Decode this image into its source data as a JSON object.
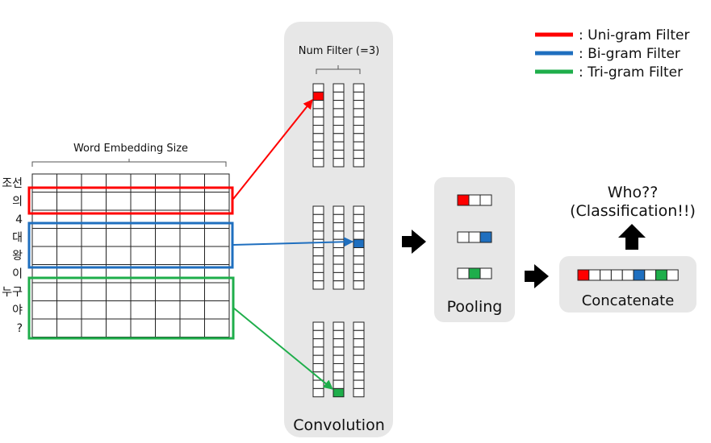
{
  "tokens": [
    "조선",
    "의",
    "4",
    "대",
    "왕",
    "이",
    "누구",
    "야",
    "?"
  ],
  "embedding": {
    "label": "Word Embedding Size",
    "dims": 8
  },
  "convolution": {
    "label": "Convolution",
    "num_filter_label": "Num Filter (=3)",
    "maps": [
      {
        "cells": 10,
        "highlight_col": 0,
        "highlight_row": 1,
        "color_key": "red"
      },
      {
        "cells": 10,
        "highlight_col": 2,
        "highlight_row": 4,
        "color_key": "blue"
      },
      {
        "cells": 9,
        "highlight_col": 1,
        "highlight_row": 8,
        "color_key": "green"
      }
    ]
  },
  "pooling": {
    "label": "Pooling",
    "rows": [
      {
        "highlight": 0,
        "color_key": "red"
      },
      {
        "highlight": 2,
        "color_key": "blue"
      },
      {
        "highlight": 1,
        "color_key": "green"
      }
    ]
  },
  "concatenate": {
    "label": "Concatenate",
    "cells": 9,
    "highlights": [
      {
        "index": 0,
        "color_key": "red"
      },
      {
        "index": 5,
        "color_key": "blue"
      },
      {
        "index": 7,
        "color_key": "green"
      }
    ]
  },
  "output": {
    "line1": "Who??",
    "line2": "(Classification!!)"
  },
  "legend": [
    {
      "text": ": Uni-gram Filter",
      "color_key": "red"
    },
    {
      "text": ": Bi-gram Filter",
      "color_key": "blue"
    },
    {
      "text": ": Tri-gram Filter",
      "color_key": "green"
    }
  ],
  "colors": {
    "red": "#ff0000",
    "blue": "#1f6fbf",
    "green": "#1fae4b",
    "panel": "#e7e7e7",
    "arrow": "#000000"
  }
}
